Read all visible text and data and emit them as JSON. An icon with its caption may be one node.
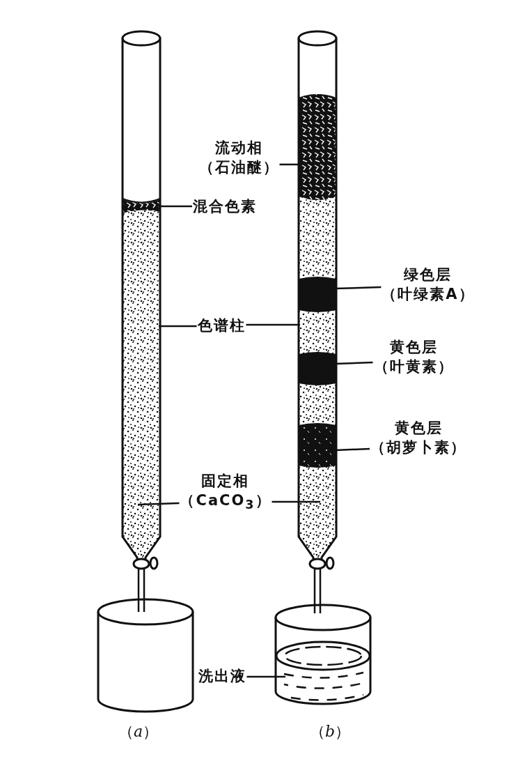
{
  "diagram": {
    "nodes": [
      {
        "text": [
          "流动相",
          "（石油醚）"
        ]
      },
      {
        "text": [
          "混合色素"
        ]
      },
      {
        "text": [
          "绿色层",
          "（叶绿素A）"
        ]
      },
      {
        "text": [
          "色谱柱"
        ]
      },
      {
        "text": [
          "黄色层",
          "（叶黄素）"
        ]
      },
      {
        "text": [
          "黄色层",
          "（胡萝卜素）"
        ]
      },
      {
        "text": [
          "固定相",
          "（CaCO$_{3}$）"
        ]
      },
      {
        "text": [
          "洗出液"
        ]
      },
      {
        "text": [],
        "shape": "picture"
      },
      {
        "text": [],
        "shape": "picture"
      },
      {
        "text": [],
        "shape": "cylinder"
      },
      {
        "text": [],
        "shape": "cylinder"
      }
    ],
    "edges": [
      {
        "from": 0,
        "to": 9,
        "arrow": "none"
      },
      {
        "from": 1,
        "to": 8,
        "arrow": "none"
      },
      {
        "from": 2,
        "to": 9,
        "arrow": "none"
      },
      {
        "from": 3,
        "to": 8,
        "arrow": "none"
      },
      {
        "from": 3,
        "to": 9,
        "arrow": "none"
      },
      {
        "from": 4,
        "to": 9,
        "arrow": "none"
      },
      {
        "from": 5,
        "to": 9,
        "arrow": "none"
      },
      {
        "from": 6,
        "to": 8,
        "arrow": "none"
      },
      {
        "from": 6,
        "to": 9,
        "arrow": "none"
      },
      {
        "from": 7,
        "to": 11,
        "arrow": "none"
      }
    ],
    "labels": [
      "（*a*）",
      "（*b*）"
    ]
  }
}
